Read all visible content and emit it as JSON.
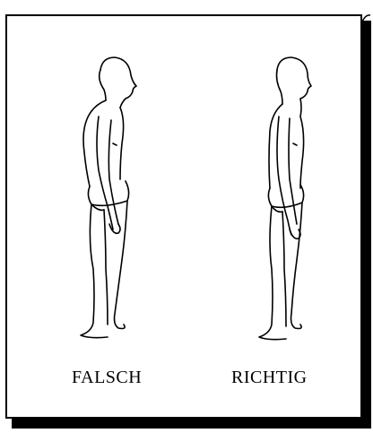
{
  "figures": [
    {
      "id": "wrong",
      "caption": "FALSCH",
      "posture": "slouched"
    },
    {
      "id": "right",
      "caption": "RICHTIG",
      "posture": "upright"
    }
  ]
}
